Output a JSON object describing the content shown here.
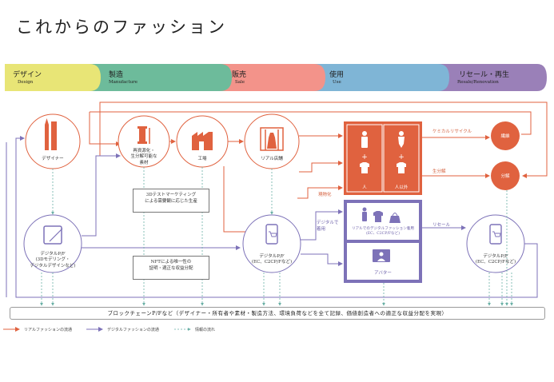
{
  "title": "これからのファッション",
  "stages": [
    {
      "label": "デザイン",
      "sub": "Design",
      "color": "#e8e576"
    },
    {
      "label": "製造",
      "sub": "Manufacture",
      "color": "#6dbb9b"
    },
    {
      "label": "販売",
      "sub": "Sale",
      "color": "#f3938a"
    },
    {
      "label": "使用",
      "sub": "Use",
      "color": "#7fb5d6"
    },
    {
      "label": "リセール・再生",
      "sub": "Resale/Renovation",
      "color": "#9a80b8"
    }
  ],
  "nodes": {
    "designer": "デザイナー",
    "material": [
      "再資源化・",
      "生分解可能な",
      "素材"
    ],
    "factory": "工場",
    "store": "リアル店舗",
    "digital_design": [
      "デジタルP/F",
      "(3Dモデリング・",
      "デジタルデザインなど)"
    ],
    "digital_sale": [
      "デジタルP/F",
      "(EC、C2CP/Fなど)"
    ],
    "digital_resale": [
      "デジタルP/F",
      "(EC、C2CP/Fなど)"
    ],
    "person": "人",
    "non_person": "人以外",
    "avatar": "アバター",
    "digital_fashion_use": [
      "リアルでのデジタルファッション着用",
      "(EC、C2CP/Fなど)"
    ],
    "fiber": "繊維",
    "decompose_node": "分解"
  },
  "notes": {
    "test_marketing": [
      "3Dテストマーケティング",
      "による需要観に応じた生産"
    ],
    "nft": [
      "NFTによる唯一性の",
      "証明・適正な収益分配"
    ]
  },
  "flow_labels": {
    "chemical_recycle": "ケミカルリサイクル",
    "biodegrade": "生分解",
    "physicalize": "現物化",
    "digital_wear": [
      "デジタルで",
      "着用"
    ],
    "resale": "リセール"
  },
  "blockchain": "ブロックチェーンP/Fなど（デザイナー・所有者や素材・製造方法、環境負荷などを全て記録、価値創造者への適正な収益分配を実現）",
  "legend": [
    {
      "label": "リアルファッションの流通",
      "color": "#e0623f"
    },
    {
      "label": "デジタルファッションの流通",
      "color": "#7d72b8"
    },
    {
      "label": "情報の流れ",
      "color": "#6ab0a6"
    }
  ],
  "colors": {
    "orange": "#e0623f",
    "purple": "#7d72b8",
    "dashed": "#6ab0a6"
  }
}
